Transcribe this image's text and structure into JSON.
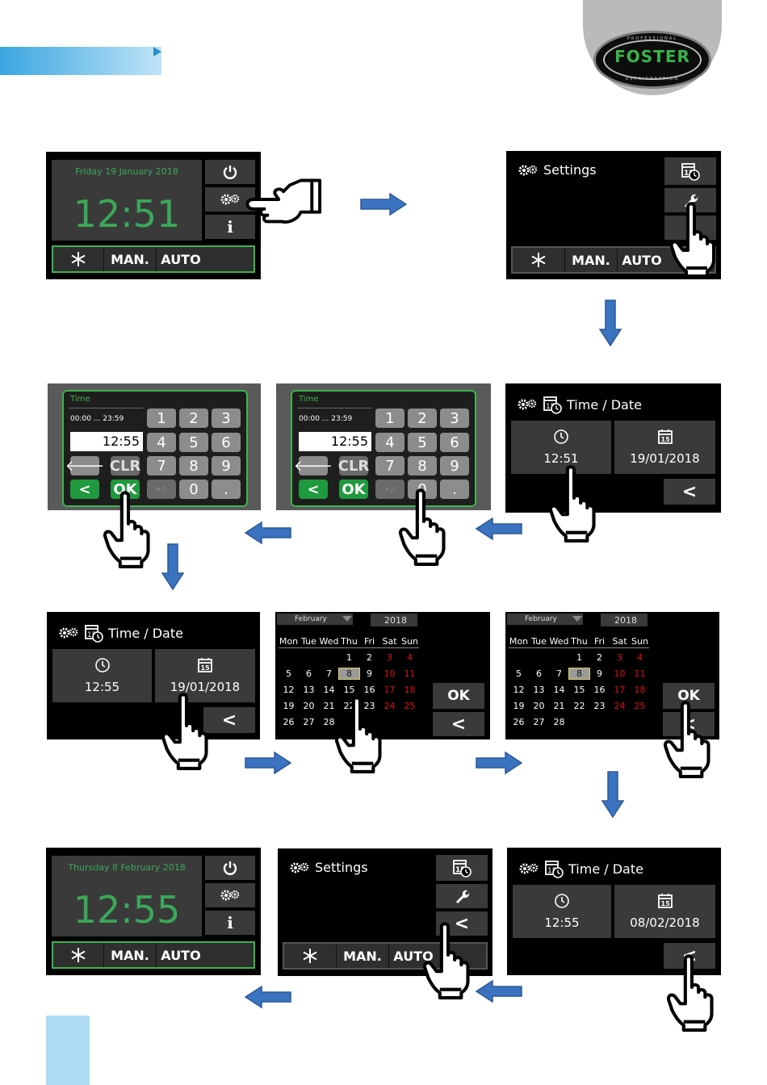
{
  "brand": {
    "logo_text": "FOSTER",
    "logo_top": "PROFESSIONAL",
    "logo_bottom": "REFRIGERATION",
    "accent": "#3cb54a",
    "header_blue": "#3aa6e0"
  },
  "screen1": {
    "date": "Friday 19 January 2018",
    "time": "12:51",
    "info_label": "i",
    "mode_man": "MAN.",
    "mode_auto": "AUTO"
  },
  "screen2": {
    "title": "Settings",
    "mode_man": "MAN.",
    "mode_auto": "AUTO"
  },
  "screen3": {
    "title": "Time / Date",
    "time": "12:51",
    "date": "19/01/2018",
    "back": "<"
  },
  "keypad": {
    "label": "Time",
    "range": "00:00 ... 23:59",
    "value": "12:55",
    "keys": [
      "1",
      "2",
      "3",
      "4",
      "5",
      "6",
      "7",
      "8",
      "9",
      "0",
      "."
    ],
    "clr": "CLR",
    "ok": "OK",
    "back": "<",
    "sign": "+/-"
  },
  "screen4": {
    "title": "Time / Date",
    "time": "12:55",
    "date": "19/01/2018",
    "back": "<"
  },
  "calendar": {
    "month": "February",
    "year": "2018",
    "days": [
      "Mon",
      "Tue",
      "Wed",
      "Thu",
      "Fri",
      "Sat",
      "Sun"
    ],
    "ok": "OK",
    "back": "<"
  },
  "screen5": {
    "title": "Time / Date",
    "time": "12:55",
    "date": "08/02/2018",
    "back": "<"
  },
  "screen6": {
    "title": "Settings",
    "mode_man": "MAN.",
    "mode_auto": "AUTO"
  },
  "screen7": {
    "date": "Thursday 8 February 2018",
    "time": "12:55",
    "info_label": "i",
    "mode_man": "MAN.",
    "mode_auto": "AUTO"
  }
}
